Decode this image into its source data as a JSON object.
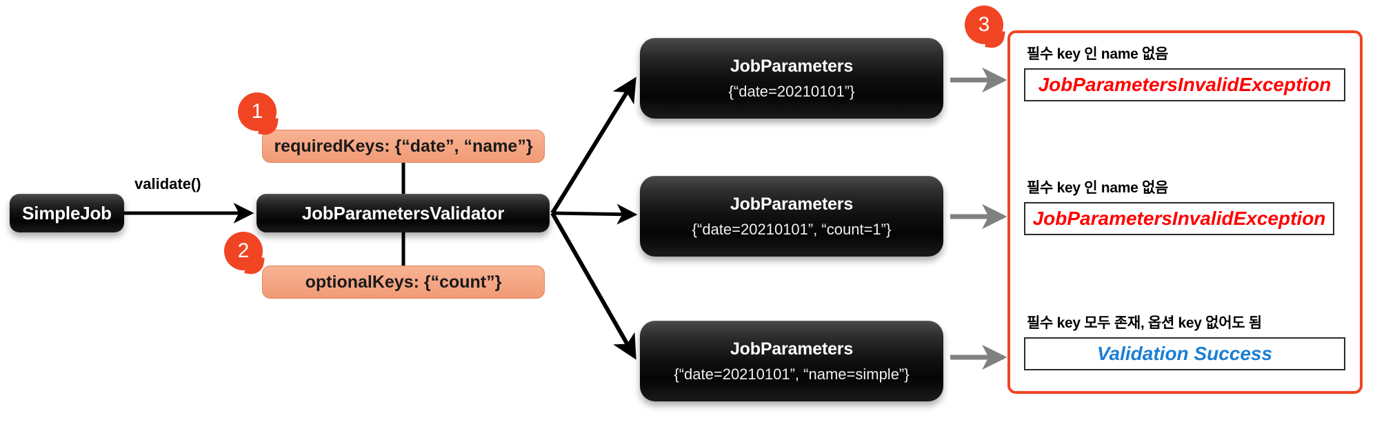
{
  "nodes": {
    "simple_job": {
      "title": "SimpleJob"
    },
    "validator": {
      "title": "JobParametersValidator"
    },
    "job_parameters": [
      {
        "title": "JobParameters",
        "params": "{“date=20210101”}"
      },
      {
        "title": "JobParameters",
        "params": "{“date=20210101”, “count=1”}"
      },
      {
        "title": "JobParameters",
        "params": "{“date=20210101”, “name=simple”}"
      }
    ]
  },
  "edges": {
    "validate_label": "validate()"
  },
  "pills": {
    "required_keys": "requiredKeys: {“date”, “name”}",
    "optional_keys": "optionalKeys: {“count”}"
  },
  "badges": {
    "one": "1",
    "two": "2",
    "three": "3"
  },
  "results": [
    {
      "note": "필수 key 인 name 없음",
      "outcome": "JobParametersInvalidException",
      "status": "error"
    },
    {
      "note": "필수 key 인 name 없음",
      "outcome": "JobParametersInvalidException",
      "status": "error"
    },
    {
      "note": "필수 key 모두 존재, 옵션 key 없어도 됨",
      "outcome": "Validation Success",
      "status": "success"
    }
  ],
  "colors": {
    "accent_orange": "#f04423",
    "pill_orange": "#f5a582",
    "error_red": "#ff0000",
    "success_blue": "#1a7fd4",
    "arrow_black": "#000000",
    "arrow_gray": "#808080",
    "node_dark": "#111111"
  }
}
